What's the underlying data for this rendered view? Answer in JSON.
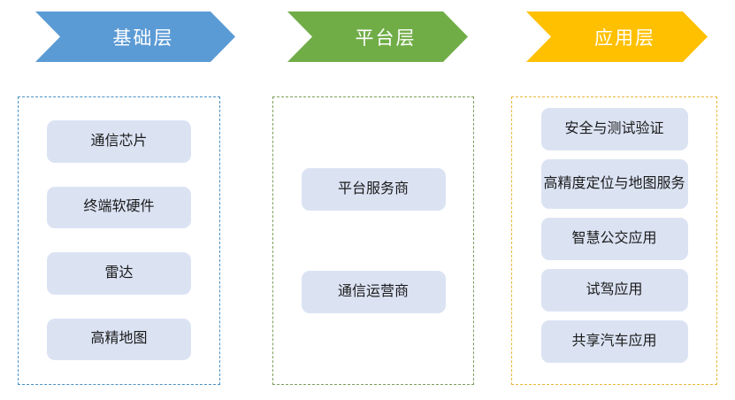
{
  "diagram": {
    "title": "",
    "columns": [
      {
        "header": "基础层",
        "header_color": "#5b9bd5",
        "border_color": "#4a90c4",
        "nodes": [
          {
            "label": "通信芯片"
          },
          {
            "label": "终端软硬件"
          },
          {
            "label": "雷达"
          },
          {
            "label": "高精地图"
          }
        ]
      },
      {
        "header": "平台层",
        "header_color": "#70ad47",
        "border_color": "#7d9e5b",
        "nodes": [
          {
            "label": "平台服务商"
          },
          {
            "label": "通信运营商"
          }
        ]
      },
      {
        "header": "应用层",
        "header_color": "#ffc000",
        "border_color": "#e8b83c",
        "nodes": [
          {
            "label": "安全与测试验证"
          },
          {
            "label": "高精度定位与地图服务"
          },
          {
            "label": "智慧公交应用"
          },
          {
            "label": "试驾应用"
          },
          {
            "label": "共享汽车应用"
          }
        ]
      }
    ],
    "node_fill": "#dbe3f3",
    "node_text_color": "#1a1a1a"
  }
}
